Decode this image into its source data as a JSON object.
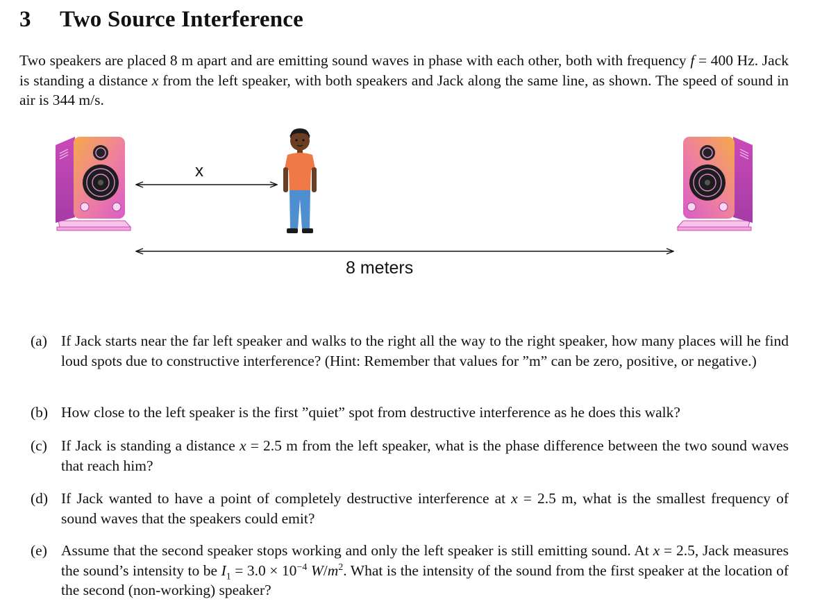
{
  "section": {
    "number": "3",
    "title": "Two Source Interference"
  },
  "intro": {
    "t1": "Two speakers are placed 8 m apart and are emitting sound waves in phase with each other, both with frequency ",
    "var_f": "f",
    "t2": " = 400 Hz. Jack is standing a distance ",
    "var_x": "x",
    "t3": " from the left speaker, with both speakers and Jack along the same line, as shown. The speed of sound in air is 344 m/s."
  },
  "figure": {
    "x_label": "x",
    "distance_label": "8 meters"
  },
  "parts": [
    {
      "label": "(a)",
      "text": "If Jack starts near the far left speaker and walks to the right all the way to the right speaker, how many places will he find loud spots due to constructive interference? (Hint: Remember that values for ”m” can be zero, positive, or negative.)"
    },
    {
      "label": "(b)",
      "text": "How close to the left speaker is the first ”quiet” spot from destructive interference as he does this walk?"
    },
    {
      "label": "(c)",
      "t1": "If Jack is standing a distance ",
      "var": "x",
      "t2": " = 2.5 m from the left speaker, what is the phase difference between the two sound waves that reach him?"
    },
    {
      "label": "(d)",
      "t1": "If Jack wanted to have a point of completely destructive interference at ",
      "var": "x",
      "t2": " = 2.5 m, what is the smallest frequency of sound waves that the speakers could emit?"
    },
    {
      "label": "(e)",
      "t1": "Assume that the second speaker stops working and only the left speaker is still emitting sound. At ",
      "var_x": "x",
      "t2": " = 2.5, Jack measures the sound’s intensity to be ",
      "var_I": "I",
      "sub": "1",
      "t3": " = 3.0 × 10",
      "exp": "−4",
      "unit_W": "W",
      "slash": "/",
      "unit_m": "m",
      "unit_exp": "2",
      "t4": ". What is the intensity of the sound from the first speaker at the location of the second (non-working) speaker?"
    }
  ]
}
